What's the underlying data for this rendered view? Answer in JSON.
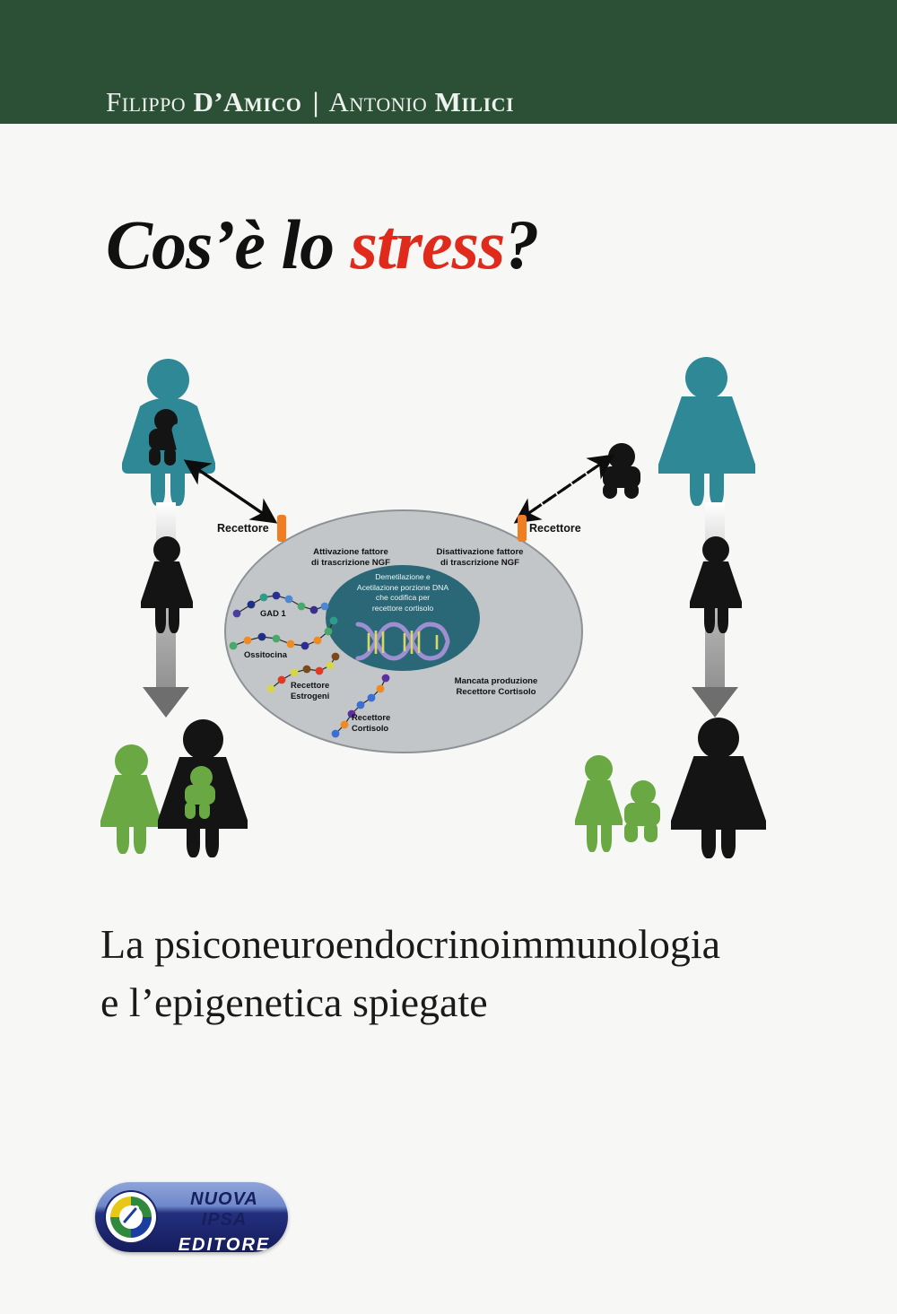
{
  "cover": {
    "background_color": "#f7f7f5",
    "header_band_color": "#2c5036",
    "accent_red": "#e02b1c",
    "teal": "#2f8896",
    "green": "#6aa844",
    "black": "#141414",
    "orange": "#f07d22",
    "cell_gray": "#c3c6c9",
    "nucleus_teal": "#2a6878"
  },
  "authors": {
    "first": "Filippo",
    "first_surname": "D’Amico",
    "separator": "|",
    "second": "Antonio",
    "second_surname": "Milici",
    "full_line": "Filippo D’Amico | Antonio Milici"
  },
  "title": {
    "part1": "Cos’è lo ",
    "highlight": "stress",
    "part3": "?"
  },
  "subtitle": {
    "line1": "La psiconeuroendocrinoimmunologia",
    "line2": "e l’epigenetica spiegate"
  },
  "diagram": {
    "receptor_left_label": "Recettore",
    "receptor_right_label": "Recettore",
    "activation_label_line1": "Attivazione fattore",
    "activation_label_line2": "di trascrizione NGF",
    "deactivation_label_line1": "Disattivazione fattore",
    "deactivation_label_line2": "di trascrizione NGF",
    "nucleus_line1": "Demetilazione e",
    "nucleus_line2": "Acetilazione porzione DNA",
    "nucleus_line3": "che codifica per",
    "nucleus_line4": "recettore cortisolo",
    "missing_production_line1": "Mancata produzione",
    "missing_production_line2": "Recettore Cortisolo",
    "genes": [
      {
        "label": "GAD 1"
      },
      {
        "label": "Ossitocina"
      },
      {
        "label_line1": "Recettore",
        "label_line2": "Estrogeni"
      },
      {
        "label_line1": "Recettore",
        "label_line2": "Cortisolo"
      }
    ],
    "arrow_left_style": "solid-double-headed",
    "arrow_right_style": "dashed-double-headed",
    "figures": [
      {
        "name": "mother-holding-baby-top-left",
        "color": "#2f8896",
        "baby_color": "#141414"
      },
      {
        "name": "mother-detached-top-right",
        "color": "#2f8896",
        "baby_color": "#141414"
      },
      {
        "name": "child-black-left",
        "color": "#141414"
      },
      {
        "name": "child-black-right",
        "color": "#141414"
      },
      {
        "name": "adult-with-green-child-left",
        "color": "#141414",
        "child_color": "#6aa844"
      },
      {
        "name": "adult-with-green-children-right",
        "color": "#141414",
        "child_color": "#6aa844"
      }
    ]
  },
  "publisher": {
    "line1": "NUOVA IPSA",
    "line2": "EDITORE"
  }
}
